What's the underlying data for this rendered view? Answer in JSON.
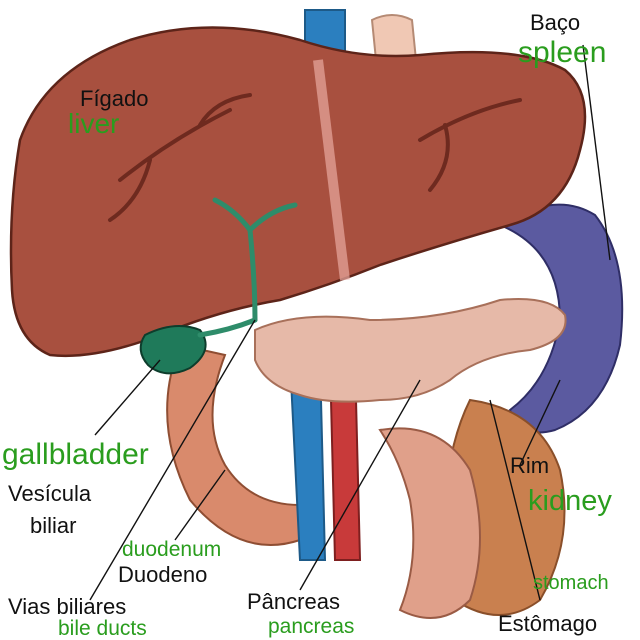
{
  "labels": {
    "figado": "Fígado",
    "liver": "liver",
    "baco": "Baço",
    "spleen": "spleen",
    "gallbladder": "gallbladder",
    "vesicula_line1": "Vesícula",
    "vesicula_line2": "biliar",
    "duodenum": "duodenum",
    "duodeno": "Duodeno",
    "vias_biliares": "Vias biliares",
    "bile_ducts": "bile ducts",
    "pancreas_pt": "Pâncreas",
    "pancreas_en": "pancreas",
    "rim": "Rim",
    "kidney": "kidney",
    "stomach": "stomach",
    "estomago": "Estômago"
  },
  "colors": {
    "english_label": "#2a9d1e",
    "portuguese_label": "#111111",
    "liver": "#a8503f",
    "gallbladder": "#1f7a5a",
    "spleen": "#5b5aa0",
    "pancreas": "#e6b9a8",
    "kidney": "#c9804f",
    "duodenum": "#d98a6c",
    "aorta": "#f0c8b4",
    "vena_cava": "#2b7fbf"
  }
}
